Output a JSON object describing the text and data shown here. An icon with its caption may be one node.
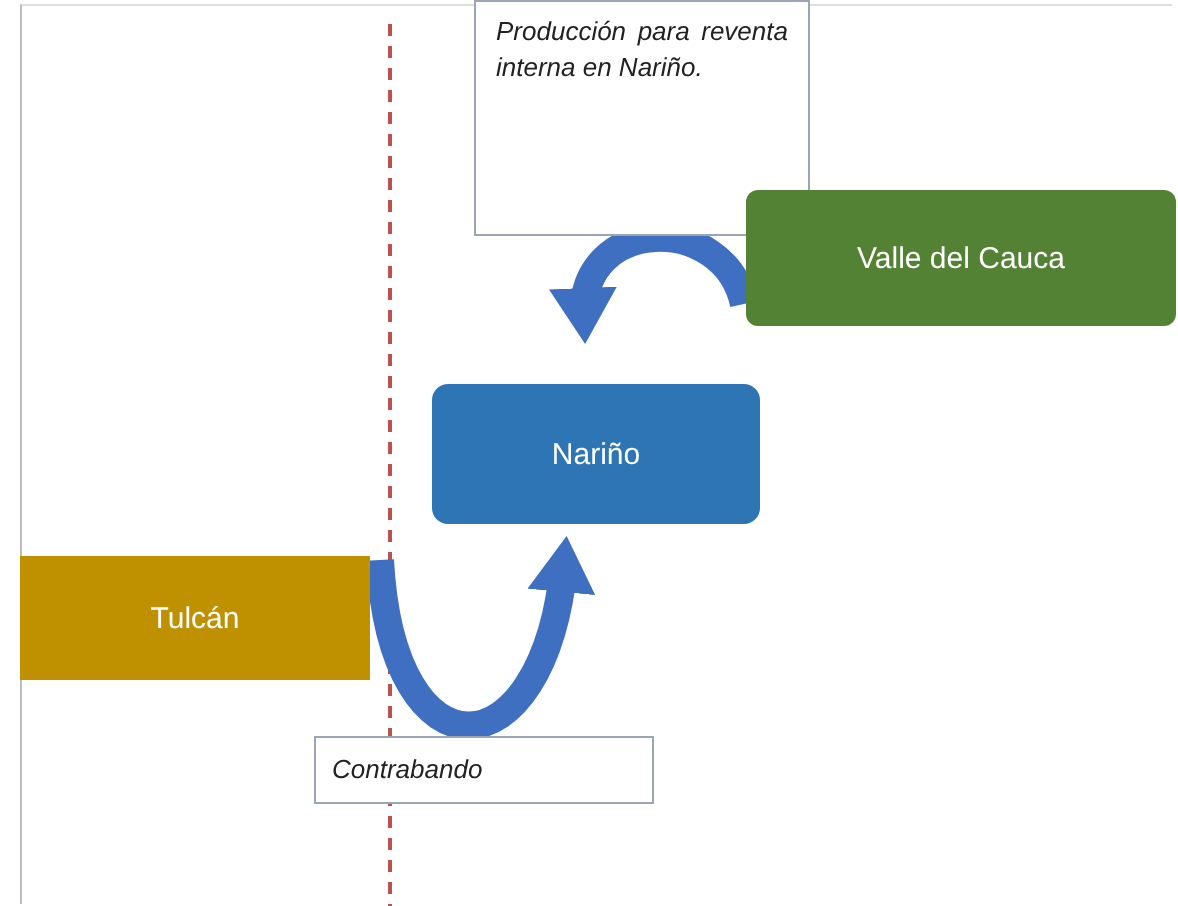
{
  "diagram": {
    "nodes": [
      {
        "text": [
          "Producción para reventa interna en Nariño."
        ]
      },
      {
        "text": [
          "Valle del Cauca"
        ]
      },
      {
        "text": [
          "Nariño"
        ]
      },
      {
        "text": [
          "Tulcán"
        ]
      },
      {
        "text": [
          "Contrabando"
        ]
      }
    ],
    "edges": [
      {
        "from": 1,
        "to": 2,
        "arrow": "to"
      },
      {
        "from": 3,
        "to": 2,
        "arrow": "to"
      }
    ]
  }
}
